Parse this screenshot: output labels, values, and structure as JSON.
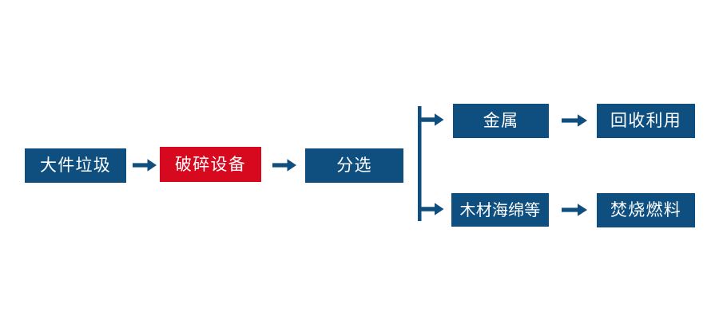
{
  "diagram": {
    "type": "flowchart",
    "title": "",
    "colors": {
      "primary_blue": "#0f4f80",
      "highlight_red": "#d7091f",
      "text": "#ffffff",
      "background": "#ffffff",
      "connector": "#0f4f80"
    },
    "nodes": [
      {
        "id": "bulky-waste",
        "label": "大件垃圾",
        "color": "#0f4f80",
        "row": "main"
      },
      {
        "id": "crusher",
        "label": "破碎设备",
        "color": "#d7091f",
        "row": "main"
      },
      {
        "id": "sorting",
        "label": "分选",
        "color": "#0f4f80",
        "row": "main"
      },
      {
        "id": "metal",
        "label": "金属",
        "color": "#0f4f80",
        "row": "top"
      },
      {
        "id": "recycling",
        "label": "回收利用",
        "color": "#0f4f80",
        "row": "top"
      },
      {
        "id": "wood-sponge",
        "label": "木材海绵等",
        "color": "#0f4f80",
        "row": "bottom"
      },
      {
        "id": "incineration",
        "label": "焚烧燃料",
        "color": "#0f4f80",
        "row": "bottom"
      }
    ],
    "connectors": [
      {
        "id": "arrow-waste-to-crusher",
        "from": "bulky-waste",
        "to": "crusher",
        "kind": "arrow-right"
      },
      {
        "id": "arrow-crusher-to-sort",
        "from": "crusher",
        "to": "sorting",
        "kind": "arrow-right"
      },
      {
        "id": "split-connector",
        "from": "sorting",
        "to": "metal,wood-sponge",
        "kind": "split-bracket"
      },
      {
        "id": "arrow-metal-to-recycle",
        "from": "metal",
        "to": "recycling",
        "kind": "arrow-right"
      },
      {
        "id": "arrow-wood-to-incin",
        "from": "wood-sponge",
        "to": "incineration",
        "kind": "arrow-right"
      }
    ]
  }
}
